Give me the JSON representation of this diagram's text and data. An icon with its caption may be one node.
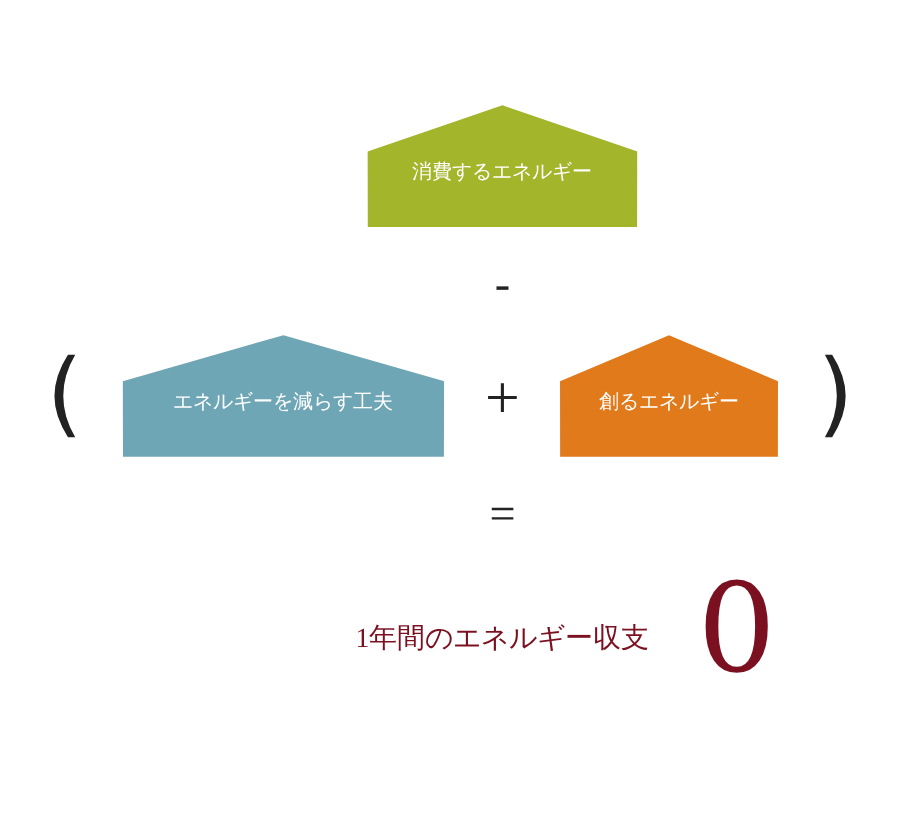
{
  "diagram": {
    "nodes": [
      {
        "text": [
          "消費するエネルギー"
        ]
      },
      {
        "text": [
          "エネルギーを減らす工夫"
        ]
      },
      {
        "text": [
          "創るエネルギー"
        ]
      }
    ],
    "labels": [
      "-",
      "(",
      "+",
      ")",
      "=",
      "1年間のエネルギー収支",
      "0"
    ]
  }
}
